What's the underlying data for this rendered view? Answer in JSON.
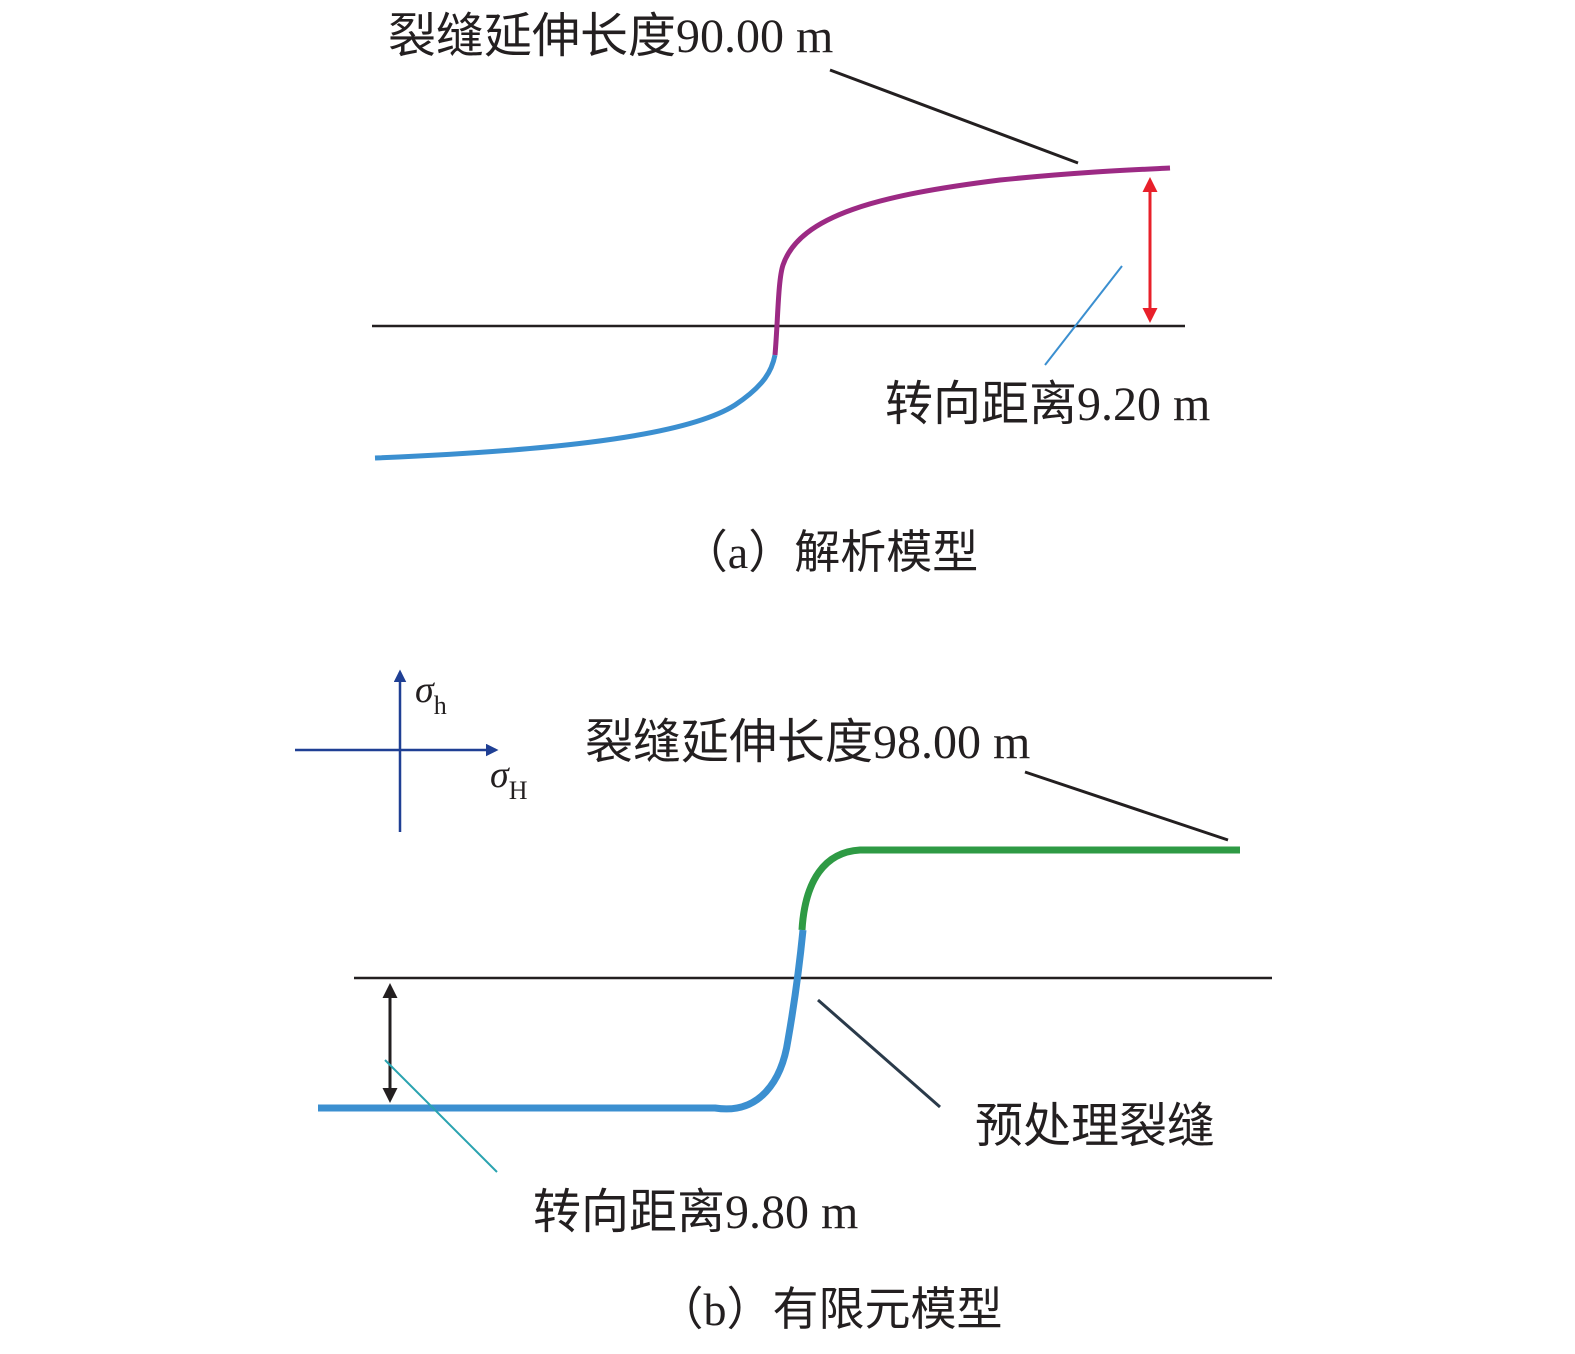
{
  "panel_a": {
    "length_label": "裂缝延伸长度90.00 m",
    "deflection_label": "转向距离9.20 m",
    "caption": "（a）解析模型",
    "colors": {
      "upper_branch": "#9c2a84",
      "lower_branch": "#3b8fd0",
      "arrow": "#e8202a"
    }
  },
  "panel_b": {
    "axis_vertical_symbol": "σ",
    "axis_vertical_subscript": "h",
    "axis_horizontal_symbol": "σ",
    "axis_horizontal_subscript": "H",
    "length_label": "裂缝延伸长度98.00 m",
    "preprocessed_label": "预处理裂缝",
    "deflection_label": "转向距离9.80 m",
    "caption": "（b）有限元模型",
    "colors": {
      "new_fracture": "#2e9a44",
      "preprocessed_fracture": "#3b8fd0",
      "axes": "#1f3f94",
      "arrow": "#231f20"
    }
  }
}
